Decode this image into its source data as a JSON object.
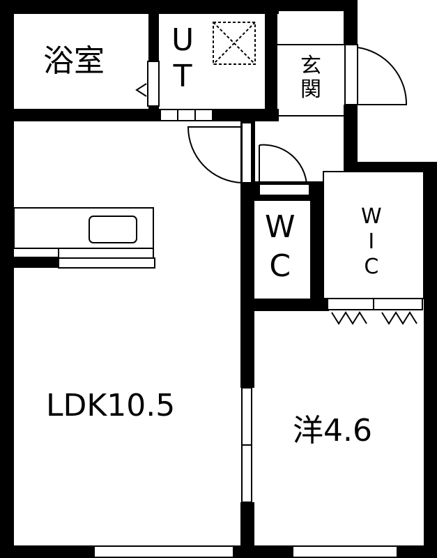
{
  "rooms": {
    "bath": "浴室",
    "utility_top": "U",
    "utility_bottom": "T",
    "entrance_top": "玄",
    "entrance_bottom": "関",
    "wc_top": "W",
    "wc_bottom": "C",
    "wic_top": "W",
    "wic_mid": "I",
    "wic_bottom": "C",
    "ldk": "LDK10.5",
    "western": "洋4.6"
  }
}
